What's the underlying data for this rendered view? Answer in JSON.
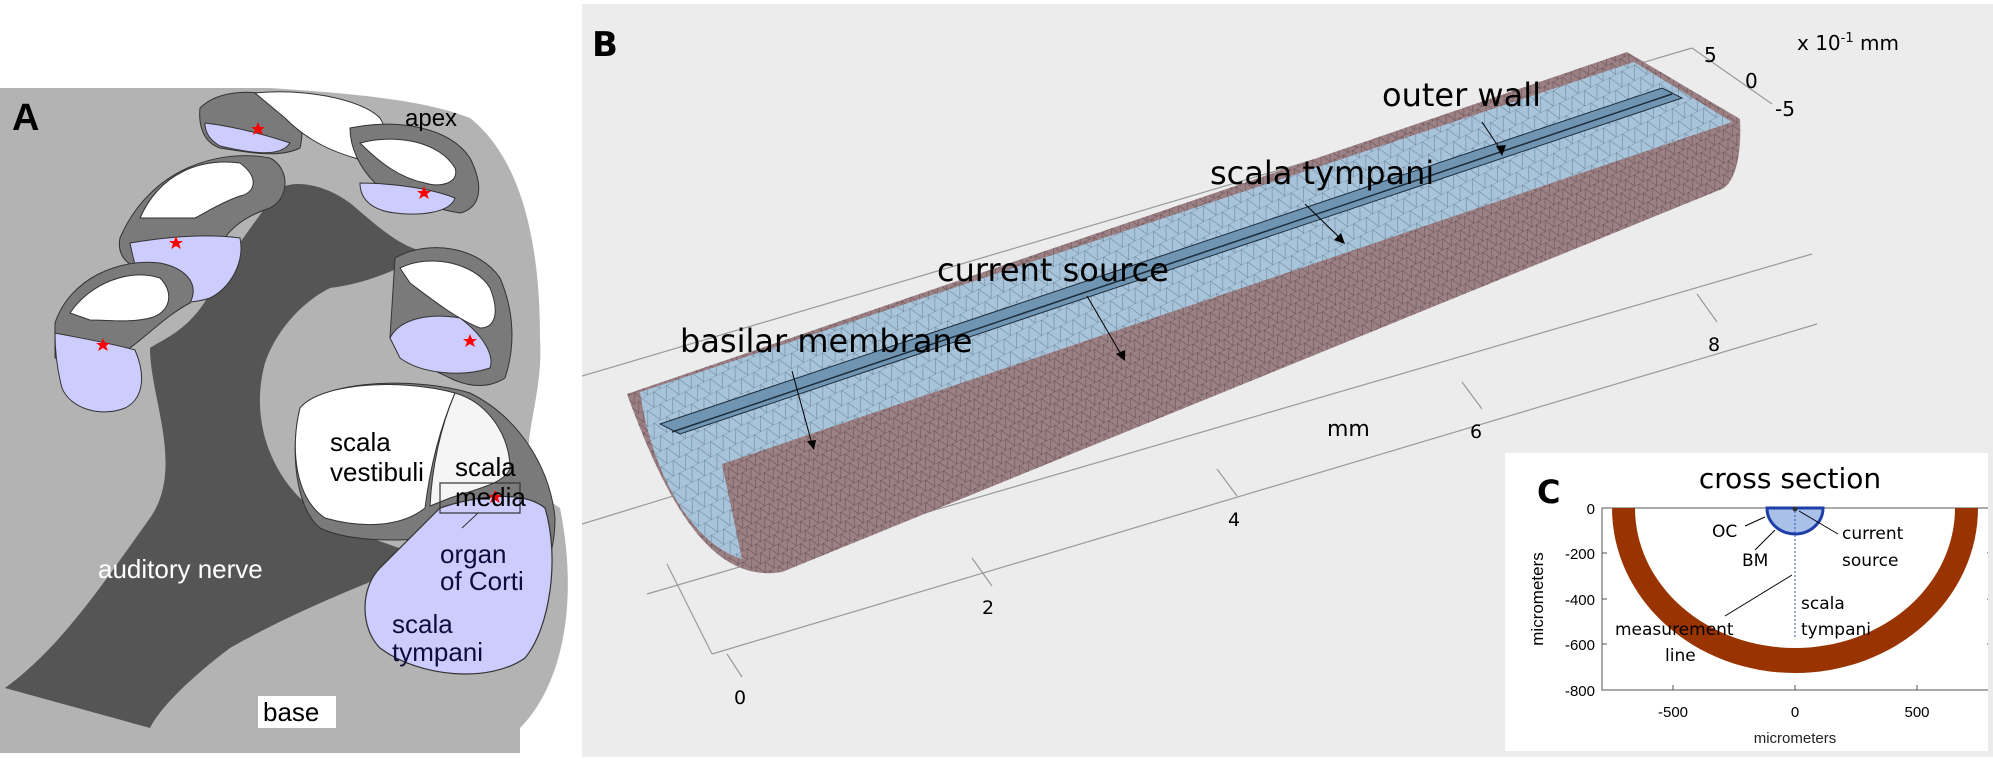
{
  "panel_a": {
    "letter": "A",
    "labels": {
      "apex": "apex",
      "base": "base",
      "auditory_nerve": "auditory nerve",
      "scala_vestibuli_1": "scala",
      "scala_vestibuli_2": "vestibuli",
      "scala_media_1": "scala",
      "scala_media_2": "media",
      "organ_corti_1": "organ",
      "organ_corti_2": "of Corti",
      "scala_tympani_1": "scala",
      "scala_tympani_2": "tympani"
    },
    "colors": {
      "background": "#b3b3b3",
      "tissue": "#7a7a7a",
      "nerve": "#555555",
      "fluid": "#ffffff",
      "tympani": "#ccccff",
      "marker": "#ff0000"
    }
  },
  "panel_b": {
    "letter": "B",
    "labels": {
      "outer_wall": "outer wall",
      "scala_tympani": "scala tympani",
      "current_source": "current source",
      "basilar_membrane": "basilar membrane"
    },
    "axis": {
      "length_ticks": [
        "0",
        "2",
        "4",
        "6",
        "8"
      ],
      "length_unit": "mm",
      "vertical_ticks": [
        "5",
        "0",
        "-5"
      ],
      "vertical_unit_prefix": "x 10",
      "vertical_unit_exp": "-1",
      "vertical_unit_suffix": " mm"
    },
    "colors": {
      "background": "#ececec",
      "wall": "#9b8084",
      "tympani_mesh": "#a8c4db"
    }
  },
  "panel_c": {
    "letter": "C",
    "title": "cross section",
    "xlabel": "micrometers",
    "ylabel": "micrometers",
    "x_ticks": [
      "-500",
      "0",
      "500"
    ],
    "y_ticks": [
      "0",
      "-200",
      "-400",
      "-600",
      "-800"
    ],
    "labels": {
      "oc": "OC",
      "bm": "BM",
      "current_1": "current",
      "current_2": "source",
      "scala_1": "scala",
      "scala_2": "tympani",
      "measure_1": "measurement",
      "measure_2": "line"
    },
    "colors": {
      "wall": "#993300",
      "oc_fill": "#a9c0e8",
      "bm_stroke": "#1f3fa8"
    }
  }
}
